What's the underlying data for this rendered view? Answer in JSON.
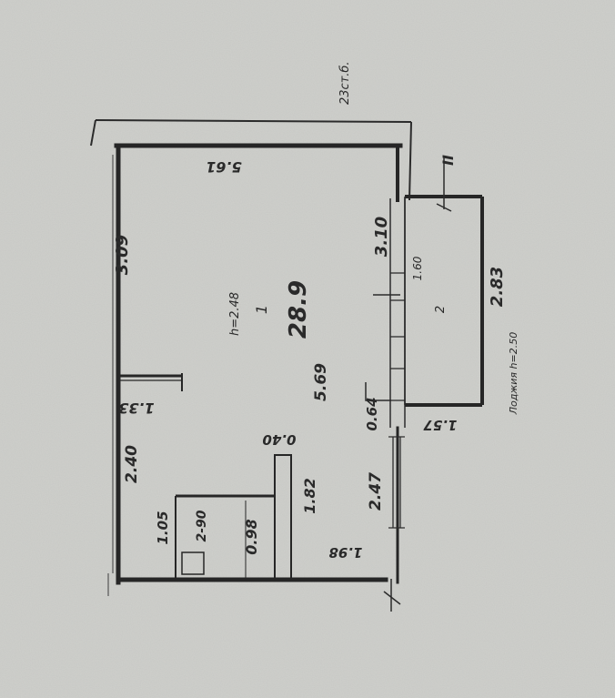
{
  "floor_plan": {
    "corner_note": "23ст.б.",
    "room": {
      "number": "1",
      "area": "28.9",
      "height_note": "h=2.48",
      "length_inner": "5.69"
    },
    "dims": {
      "top_width": "5.61",
      "left_upper": "3.09",
      "left_lower": "2.40",
      "window_segment": "1.33",
      "closet_width": "1.05",
      "closet_height": "0.98",
      "closet_label": "2-90",
      "partition_length": "1.82",
      "partition_offset": "0.40",
      "bottom_width": "1.98",
      "right_upper": "3.10",
      "right_lower": "2.47",
      "door_gap": "0.64",
      "balcony_inner": "1.60",
      "balcony_number": "2",
      "balcony_length": "2.83",
      "balcony_width": "1.57",
      "balcony_note": "Лоджия h=2.50",
      "axis_mark": "II"
    }
  }
}
